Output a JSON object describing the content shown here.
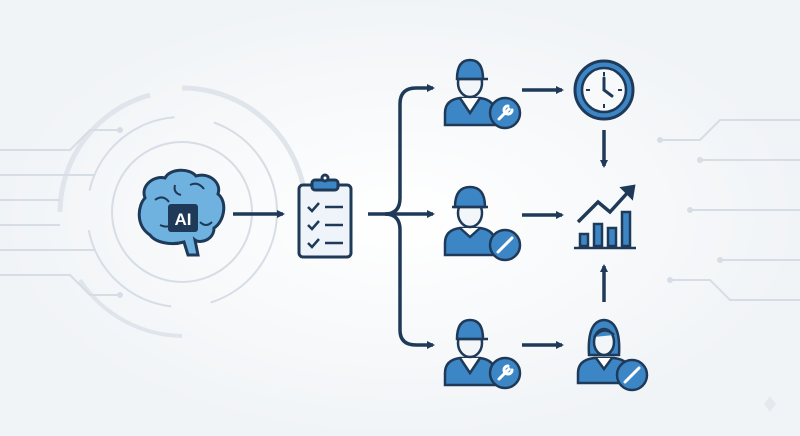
{
  "diagram": {
    "ai_label": "AI",
    "colors": {
      "navy": "#1f3a58",
      "blue": "#3d86c6",
      "light_blue": "#8cc3e6",
      "background": "#f1f4f7",
      "circuit": "#d3dbe3"
    },
    "nodes": [
      {
        "id": "ai-brain",
        "icon": "brain-icon"
      },
      {
        "id": "task-list",
        "icon": "clipboard-checklist-icon"
      },
      {
        "id": "worker-top",
        "icon": "worker-cap-icon",
        "badge": "wrench-icon"
      },
      {
        "id": "worker-middle",
        "icon": "worker-hardhat-icon",
        "badge": "screwdriver-icon"
      },
      {
        "id": "worker-bottom",
        "icon": "worker-cap-icon",
        "badge": "wrench-icon"
      },
      {
        "id": "time",
        "icon": "clock-icon"
      },
      {
        "id": "woman-worker",
        "icon": "woman-worker-icon",
        "badge": "screwdriver-icon"
      },
      {
        "id": "growth",
        "icon": "growth-chart-icon"
      }
    ]
  }
}
